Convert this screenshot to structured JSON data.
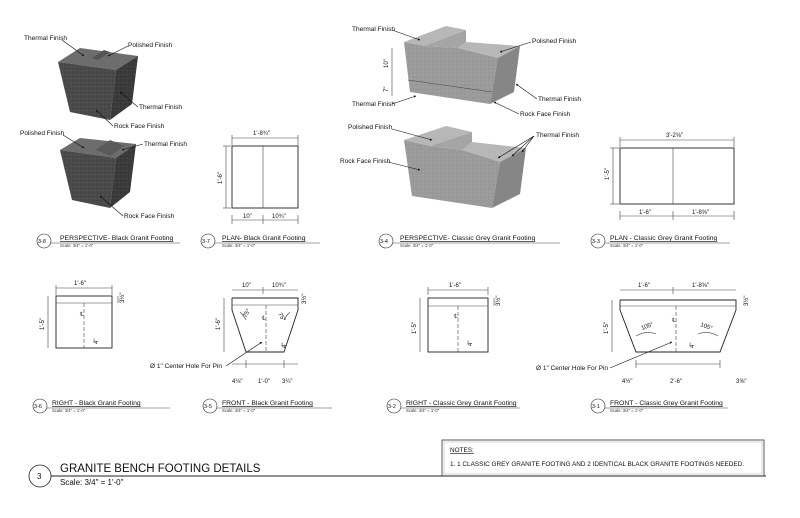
{
  "labels": {
    "thermal_finish": "Thermal Finish",
    "polished_finish": "Polished Finish",
    "rock_face_finish": "Rock Face Finish",
    "center_hole": "Ø 1\" Center Hole For Pin"
  },
  "views": {
    "v38": {
      "num": "3-8",
      "title": "PERSPECTIVE- Black Granit Footing",
      "scale": "Scale: 3/4\" = 1'-0\""
    },
    "v37": {
      "num": "3-7",
      "title": "PLAN- Black Granit Footing",
      "scale": "Scale: 3/4\" = 1'-0\""
    },
    "v34": {
      "num": "3-4",
      "title": "PERSPECTIVE- Classic Grey Granit Footing",
      "scale": "Scale: 3/4\" = 1'-0\""
    },
    "v33": {
      "num": "3-3",
      "title": "PLAN - Classic Grey Granit Footing",
      "scale": "Scale: 3/4\" = 1'-0\""
    },
    "v36": {
      "num": "3-6",
      "title": "RIGHT - Black Granit Footing",
      "scale": "Scale: 3/4\" = 1'-0\""
    },
    "v35": {
      "num": "3-5",
      "title": "FRONT - Black Granit Footing",
      "scale": "Scale: 3/4\" = 1'-0\""
    },
    "v32": {
      "num": "3-2",
      "title": "RIGHT - Classic Grey Granit Footing",
      "scale": "Scale: 3/4\" = 1'-0\""
    },
    "v31": {
      "num": "3-1",
      "title": "FRONT - Classic Grey Granit Footing",
      "scale": "Scale: 3/4\" = 1'-0\""
    }
  },
  "dims": {
    "d_1_8_3q": "1'-8¾\"",
    "d_1_6": "1'-6\"",
    "d_10": "10\"",
    "d_10_3q": "10¾\"",
    "d_3_2_5e": "3'-2⅝\"",
    "d_1_8_5e": "1'-8⅝\"",
    "d_3_1h": "3½\"",
    "d_1_5": "1'-5\"",
    "d_1_0": "1'-0\"",
    "d_3_1q": "3¼\"",
    "d_4_1e": "4⅛\"",
    "d_4_1h": "4½\"",
    "d_2_6": "2'-6\"",
    "d_3_5e": "3⅝\"",
    "d_7": "7\"",
    "d_4": "4\"",
    "d_75": "75°",
    "d_105": "105°"
  },
  "notes": {
    "heading": "NOTES:",
    "item1": "1. 1 CLASSIC GREY GRANITE FOOTING AND 2 IDENTICAL BLACK GRANITE FOOTINGS NEEDED."
  },
  "title_block": {
    "number": "3",
    "title": "GRANITE BENCH FOOTING DETAILS",
    "scale": "Scale: 3/4\" = 1'-0\""
  },
  "colors": {
    "black_granite_top": "#6d6d6d",
    "black_granite_side": "#4a4a4a",
    "black_granite_dark": "#3a3a3a",
    "grey_granite_top": "#b7b7b7",
    "grey_granite_side": "#9a9a9a",
    "grey_granite_dark": "#868686"
  }
}
